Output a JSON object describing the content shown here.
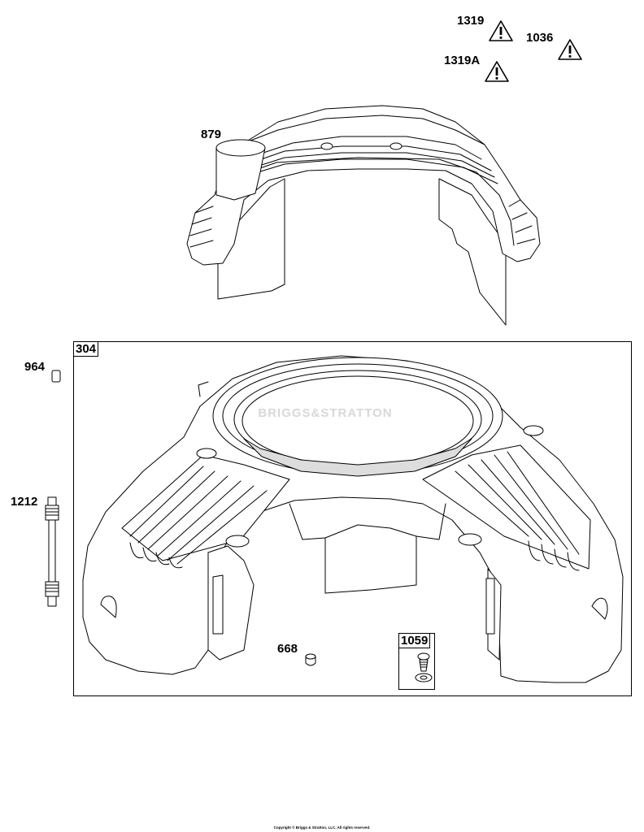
{
  "warnings": [
    {
      "label": "1319",
      "icon": "warning-triangle-icon"
    },
    {
      "label": "1036",
      "icon": "warning-triangle-icon"
    },
    {
      "label": "1319A",
      "icon": "warning-triangle-icon"
    }
  ],
  "parts": {
    "p879": "879",
    "p304": "304",
    "p964": "964",
    "p1212": "1212",
    "p668": "668",
    "p1059": "1059"
  },
  "watermark": "BRIGGS&STRATTON",
  "footer": {
    "copyright": "Copyright © Briggs & Stratton, LLC. All rights reserved."
  }
}
